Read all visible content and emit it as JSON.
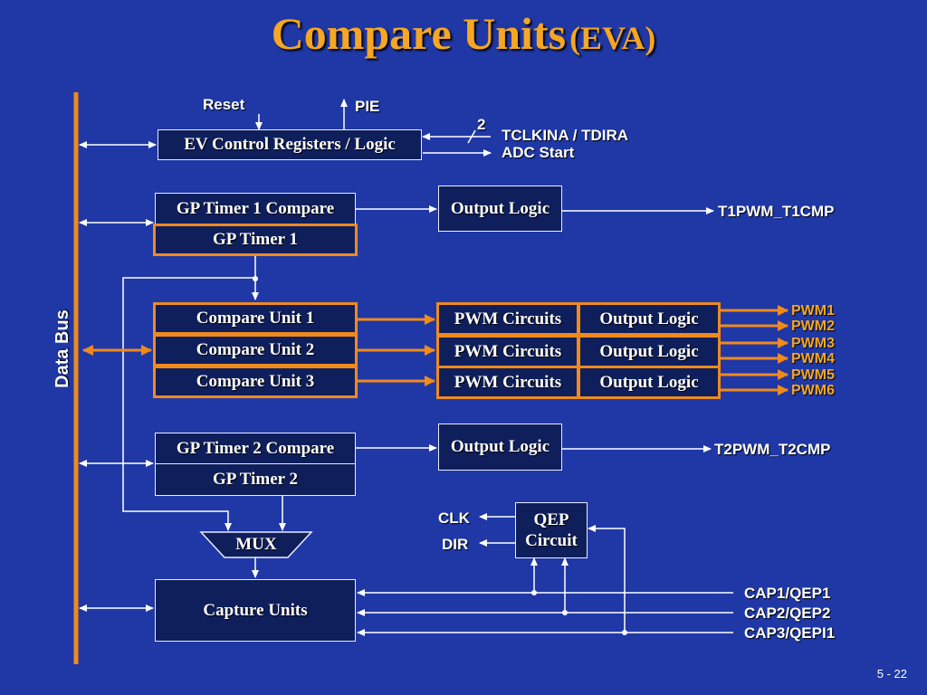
{
  "title": {
    "main": "Compare Units",
    "sub": "(EVA)"
  },
  "data_bus_label": "Data Bus",
  "boxes": {
    "ev_control": "EV Control Registers / Logic",
    "gp_timer1_compare": "GP Timer 1 Compare",
    "gp_timer1": "GP Timer 1",
    "output_logic_t1": "Output Logic",
    "compare_unit_1": "Compare Unit 1",
    "compare_unit_2": "Compare Unit 2",
    "compare_unit_3": "Compare Unit 3",
    "pwm_circuits_1": "PWM Circuits",
    "pwm_circuits_2": "PWM Circuits",
    "pwm_circuits_3": "PWM Circuits",
    "output_logic_1": "Output Logic",
    "output_logic_2": "Output Logic",
    "output_logic_3": "Output Logic",
    "gp_timer2_compare": "GP Timer 2 Compare",
    "gp_timer2": "GP Timer 2",
    "output_logic_t2": "Output Logic",
    "mux": "MUX",
    "qep_line1": "QEP",
    "qep_line2": "Circuit",
    "capture_units": "Capture Units"
  },
  "signals": {
    "reset": "Reset",
    "pie": "PIE",
    "bus_width": "2",
    "tclkina_tdira": "TCLKINA / TDIRA",
    "adc_start": "ADC Start",
    "t1pwm_t1cmp": "T1PWM_T1CMP",
    "t2pwm_t2cmp": "T2PWM_T2CMP",
    "clk": "CLK",
    "dir": "DIR",
    "cap1_qep1": "CAP1/QEP1",
    "cap2_qep2": "CAP2/QEP2",
    "cap3_qepi1": "CAP3/QEPI1"
  },
  "pwm_outputs": [
    "PWM1",
    "PWM2",
    "PWM3",
    "PWM4",
    "PWM5",
    "PWM6"
  ],
  "page_number": "5 - 22",
  "colors": {
    "background": "#1f38a6",
    "accent": "#f08a1d",
    "title": "#f5a623",
    "box_fill": "#0f1f5c",
    "line": "#ffffff"
  }
}
